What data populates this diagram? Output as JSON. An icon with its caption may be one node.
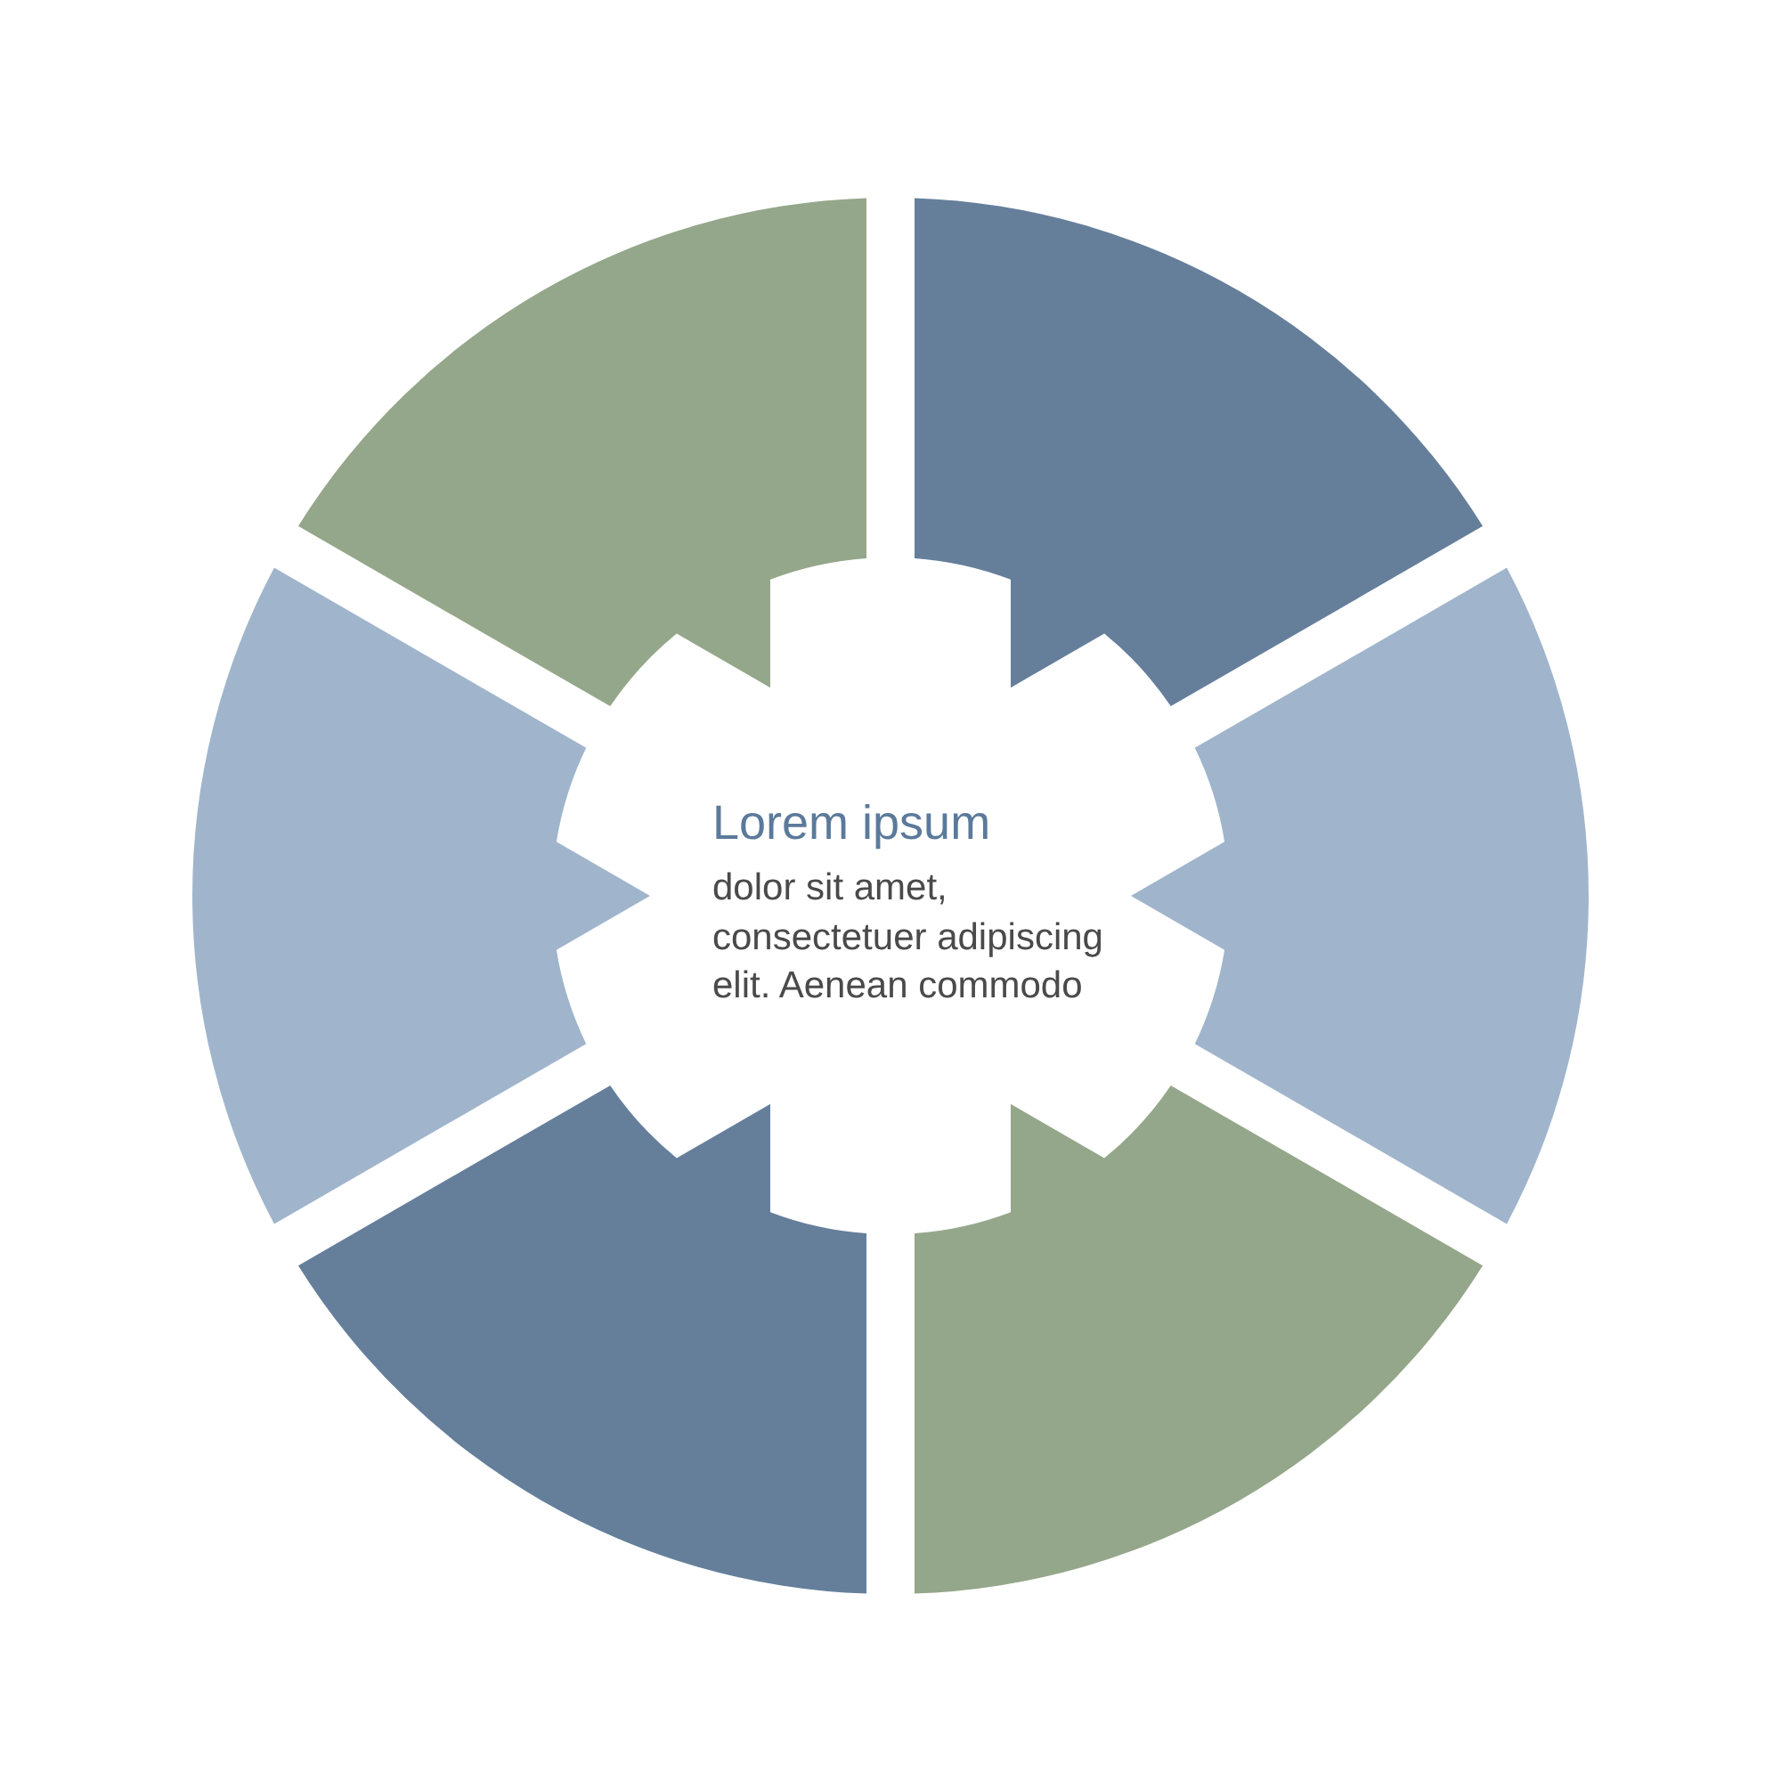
{
  "diagram": {
    "nodes": [
      {
        "text": [],
        "shape": "segment"
      },
      {
        "text": [],
        "shape": "segment"
      },
      {
        "text": [],
        "shape": "segment"
      },
      {
        "text": [
          "Lorem ipsum",
          "dolor sit amet, consectetuer adipiscing elit. Aenean commodo"
        ]
      },
      {
        "text": [],
        "shape": "segment"
      },
      {
        "text": [],
        "shape": "segment"
      },
      {
        "text": [],
        "shape": "segment"
      }
    ]
  }
}
